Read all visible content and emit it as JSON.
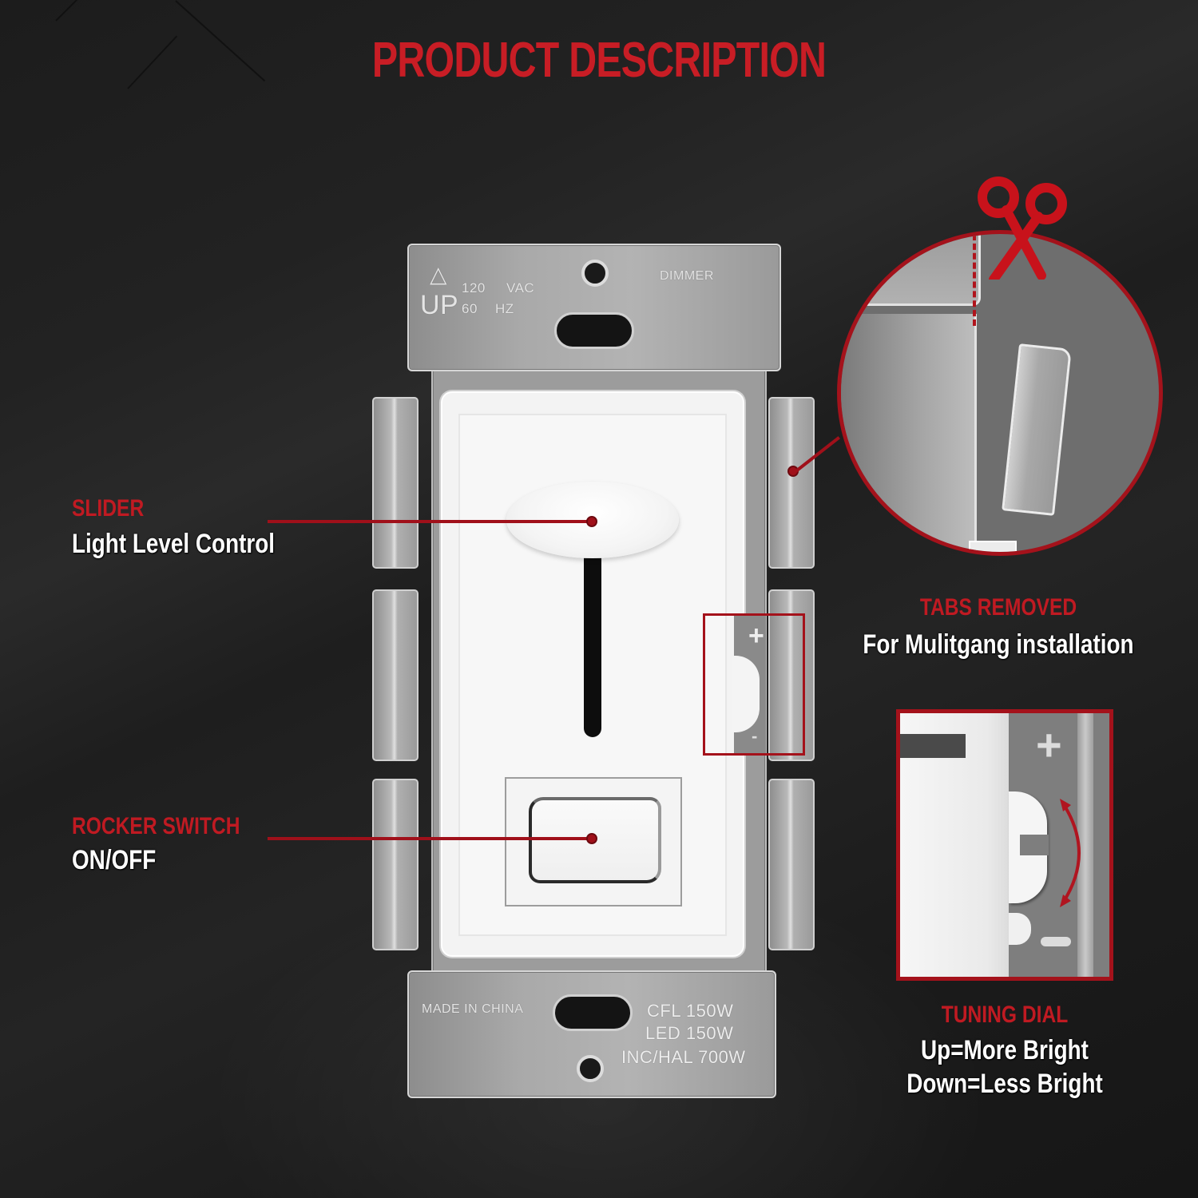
{
  "title": "PRODUCT DESCRIPTION",
  "colors": {
    "accent_red": "#c01a22",
    "callout_red": "#a0101a",
    "background": "#1f1f1f",
    "metal": "#a9a9a9",
    "faceplate": "#f3f3f3"
  },
  "device": {
    "top_strap": {
      "warning_symbol": "triangle-warning-icon",
      "orientation_label": "UP",
      "voltage": "120",
      "voltage_unit": "VAC",
      "frequency": "60",
      "frequency_unit": "HZ",
      "type_label": "DIMMER"
    },
    "bottom_strap": {
      "origin": "MADE IN CHINA",
      "ratings": [
        "CFL 150W",
        "LED 150W",
        "INC/HAL 700W"
      ]
    },
    "mini_dial": {
      "plus": "+",
      "minus": "-"
    }
  },
  "callouts": {
    "slider": {
      "title": "SLIDER",
      "description": "Light Level Control"
    },
    "rocker": {
      "title": "ROCKER SWITCH",
      "description": "ON/OFF"
    },
    "tabs": {
      "title": "TABS REMOVED",
      "description": "For Mulitgang installation",
      "icon": "scissors-icon"
    },
    "dial": {
      "title": "TUNING DIAL",
      "line1": "Up=More Bright",
      "line2": "Down=Less Bright",
      "plus": "+",
      "icon": "double-arrow-icon"
    }
  }
}
